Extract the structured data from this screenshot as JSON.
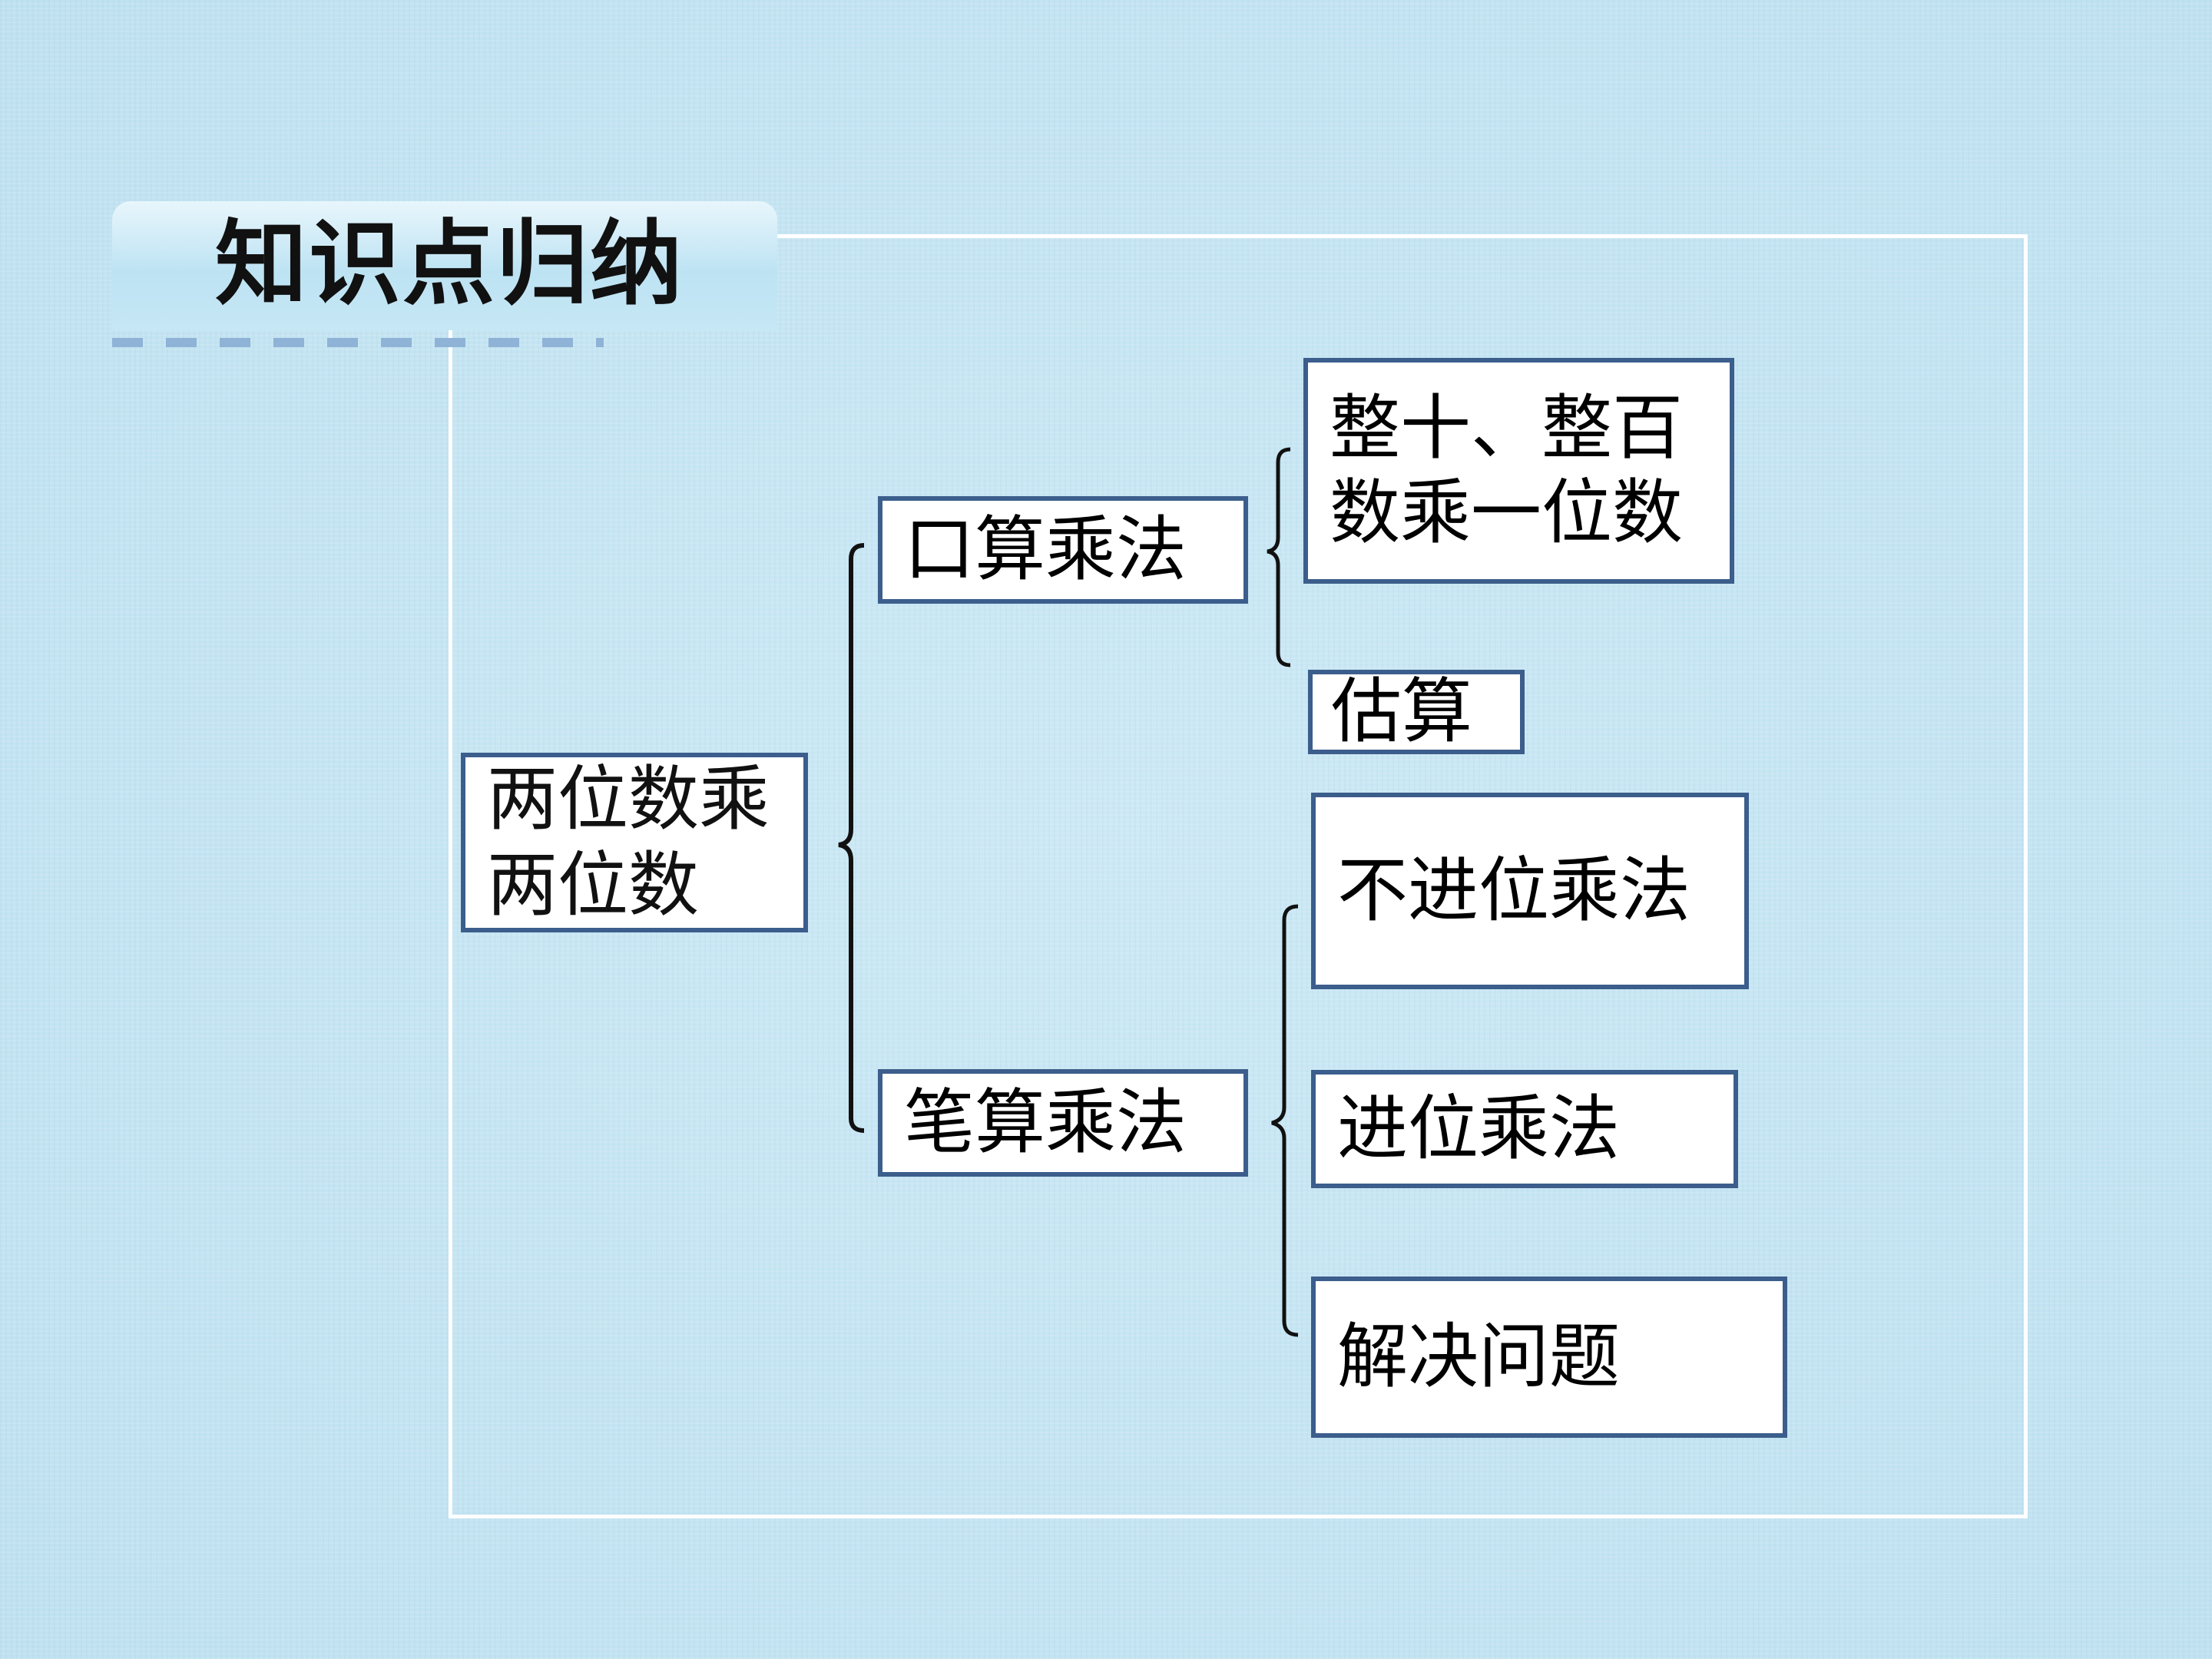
{
  "title": "知识点归纳",
  "colors": {
    "background": "#c8e6f3",
    "box_border": "#3b5e8c",
    "frame": "#ffffff",
    "dash": "#8fb3d6"
  },
  "root": {
    "line1": "两位数乘",
    "line2": "两位数"
  },
  "branches": {
    "oral": {
      "label": "口算乘法",
      "children": {
        "c1_line1": "整十、整百",
        "c1_line2": "数乘一位数",
        "c2": "估算"
      }
    },
    "written": {
      "label": "笔算乘法",
      "children": {
        "c1": "不进位乘法",
        "c2": "进位乘法",
        "c3": "解决问题"
      }
    }
  }
}
